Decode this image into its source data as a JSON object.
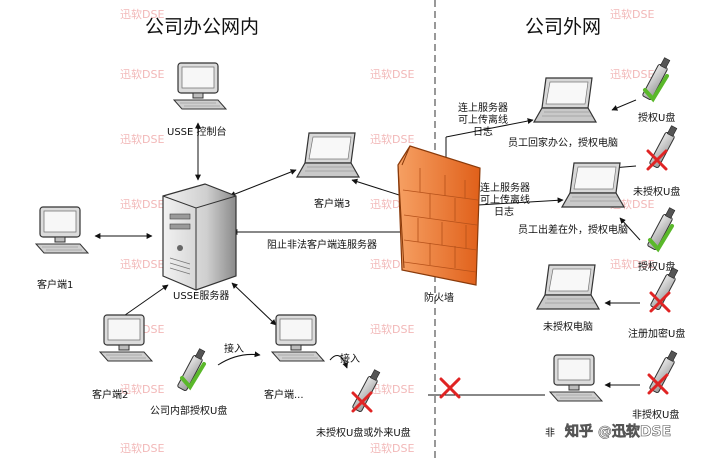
{
  "titles": {
    "internal": "公司办公网内",
    "external": "公司外网"
  },
  "nodes": {
    "console": "USSE 控制台",
    "server": "USSE服务器",
    "client1": "客户端1",
    "client2": "客户端2",
    "client3": "客户端3",
    "client_more": "客户端...",
    "firewall": "防火墙",
    "internal_usb": "公司内部授权U盘",
    "unauth_usb_internal": "未授权U盘或外来U盘",
    "home_laptop": "员工回家办公，授权电脑",
    "travel_laptop": "员工出差在外，授权电脑",
    "unauth_pc": "未授权电脑",
    "usb_auth_1": "授权U盘",
    "usb_unauth_1": "未授权U盘",
    "usb_auth_2": "授权U盘",
    "usb_reg_encrypt": "注册加密U盘",
    "bottom_pc": "非",
    "bottom_usb": "非授权U盘"
  },
  "annotations": {
    "plugin_1": "接入",
    "plugin_2": "接入",
    "block_server": "阻止非法客户端连服务器",
    "upload_1": [
      "连上服务器",
      "可上传离线",
      "日志"
    ],
    "upload_2": [
      "连上服务器",
      "可上传离线",
      "日志"
    ]
  },
  "watermark": {
    "text": "迅软DSE",
    "zhihu": "知乎 @迅软DSE"
  },
  "colors": {
    "firewall": "#f07a2a",
    "cross": "#e02424",
    "check": "#5ab82a",
    "divider": "#555555"
  }
}
